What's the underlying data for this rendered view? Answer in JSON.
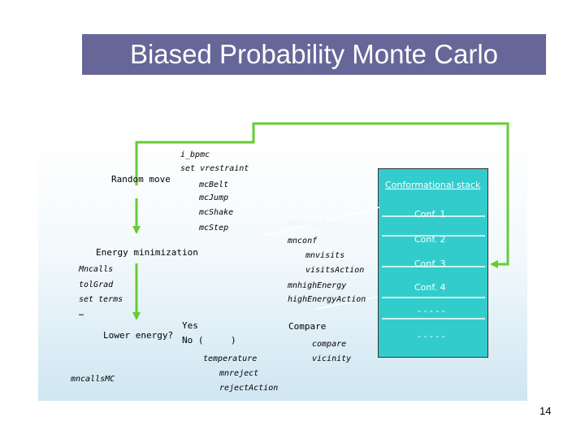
{
  "title": "Biased Probability Monte Carlo",
  "top_label": "i_bpmc",
  "random_move_label": "Random move",
  "move_items": [
    "set vrestraint",
    "mcBelt",
    "mcJump",
    "mcShake",
    "mcStep"
  ],
  "stack_header": "Conformational stack",
  "conformations": [
    "Conf. 1",
    "Conf. 2",
    "Conf. 3",
    "Conf. 4",
    "- - - - -",
    "- - - - -"
  ],
  "faint_label": "New conf",
  "energy_min_label": "Energy minimization",
  "energy_params": [
    "Mncalls",
    "tolGrad",
    "set terms",
    "…"
  ],
  "stack_params": [
    "mnconf",
    "mnvisits",
    "visitsAction",
    "mnhighEnergy",
    "highEnergyAction"
  ],
  "lower_energy_label": "Lower energy?",
  "yes_label": "Yes",
  "no_label": "No (",
  "no_close": ")",
  "compare_label": "Compare",
  "compare_sub": "compare",
  "vicinity_label": "vicinity",
  "temperature_label": "temperature",
  "reject_params": [
    "mnreject",
    "rejectAction"
  ],
  "mncalls_mc_label": "mncallsMC",
  "slide_number": "14",
  "colors": {
    "title_bg": "#666699",
    "arrow": "#66cc33",
    "stack_bg": "#33cccc",
    "text_white": "#ffffff"
  }
}
